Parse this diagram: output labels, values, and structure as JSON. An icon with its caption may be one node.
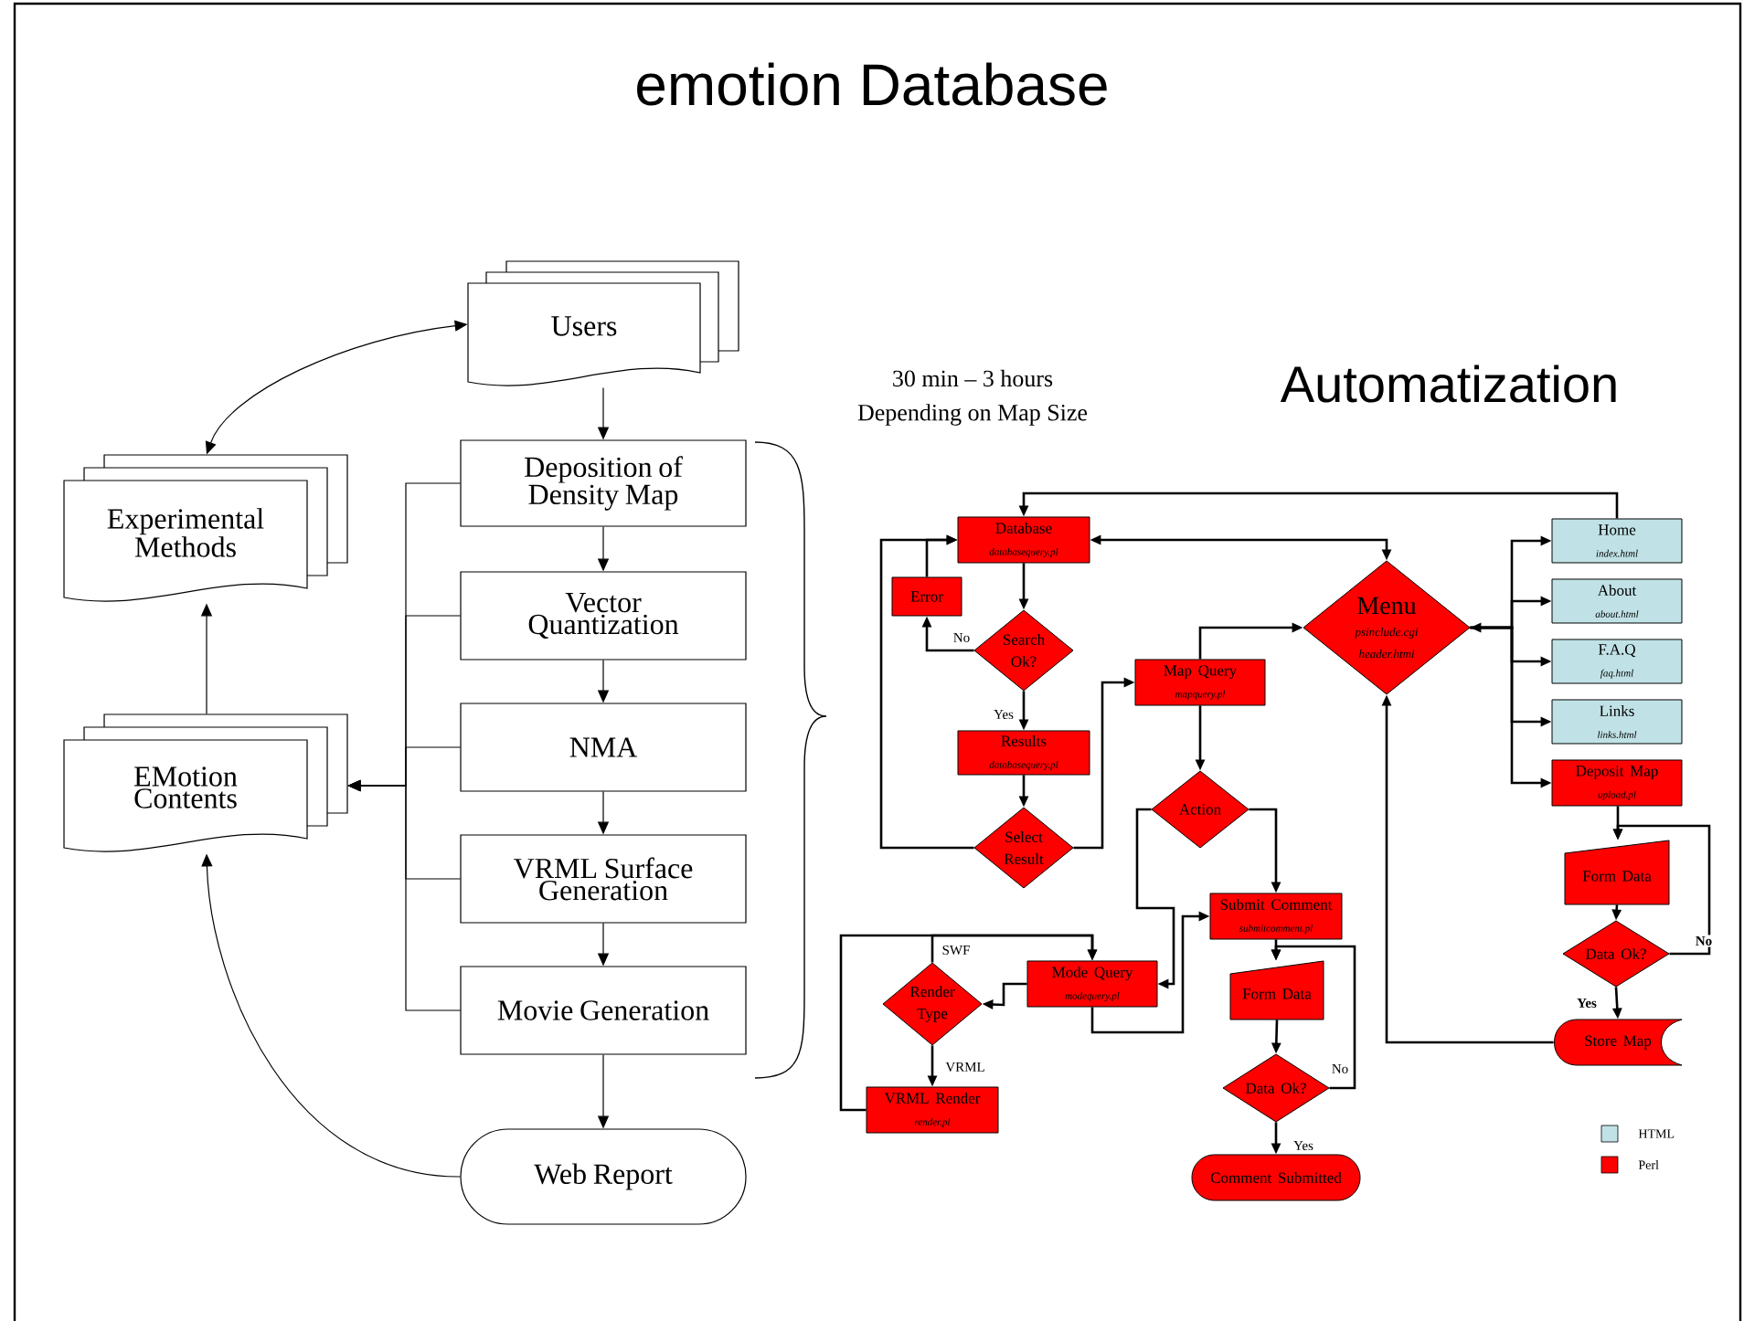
{
  "diagram": {
    "title": "emotion Database",
    "nodes": [
      {
        "text": [
          "Users"
        ]
      },
      {
        "text": [
          "Deposition of Density Map"
        ]
      },
      {
        "text": [
          "Vector Quantization"
        ]
      },
      {
        "text": [
          "NMA"
        ]
      },
      {
        "text": [
          "VRML Surface Generation"
        ]
      },
      {
        "text": [
          "Movie Generation"
        ]
      },
      {
        "text": [
          "Web Report"
        ]
      },
      {
        "text": [
          "Experimental Methods"
        ]
      },
      {
        "text": [
          "EMotion Contents"
        ]
      },
      {
        "text": [
          "Database",
          "databasequery.pl"
        ]
      },
      {
        "text": [
          "Error"
        ]
      },
      {
        "text": [
          "Search Ok?"
        ]
      },
      {
        "text": [
          "Results",
          "databasequery.pl"
        ]
      },
      {
        "text": [
          "Select Result"
        ]
      },
      {
        "text": [
          "Map Query",
          "mapquery.pl"
        ]
      },
      {
        "text": [
          "Menu",
          "psinclude.cgi",
          "header.html"
        ]
      },
      {
        "text": [
          "Home",
          "index.html"
        ]
      },
      {
        "text": [
          "About",
          "about.html"
        ]
      },
      {
        "text": [
          "F.A.Q",
          "faq.html"
        ]
      },
      {
        "text": [
          "Links",
          "links.html"
        ]
      },
      {
        "text": [
          "Deposit Map",
          "upload.pl"
        ]
      },
      {
        "text": [
          "Form Data"
        ]
      },
      {
        "text": [
          "Data Ok?"
        ]
      },
      {
        "text": [
          "Store Map"
        ]
      },
      {
        "text": [
          "Action"
        ]
      },
      {
        "text": [
          "Submit Comment",
          "submitcomment.pl"
        ]
      },
      {
        "text": [
          "Mode Query",
          "modequery.pl"
        ]
      },
      {
        "text": [
          "Render Type"
        ]
      },
      {
        "text": [
          "VRML Render",
          "render.pl"
        ]
      },
      {
        "text": [
          "Form Data"
        ]
      },
      {
        "text": [
          "Data Ok?"
        ]
      },
      {
        "text": [
          "Comment Submitted"
        ]
      }
    ],
    "edges": [
      {
        "from": 0,
        "to": 7,
        "arrow": "both"
      },
      {
        "from": 0,
        "to": 1,
        "arrow": "to"
      },
      {
        "from": 1,
        "to": 2,
        "arrow": "to"
      },
      {
        "from": 2,
        "to": 3,
        "arrow": "to"
      },
      {
        "from": 3,
        "to": 4,
        "arrow": "to"
      },
      {
        "from": 4,
        "to": 5,
        "arrow": "to"
      },
      {
        "from": 5,
        "to": 6,
        "arrow": "to"
      },
      {
        "from": 1,
        "to": 8,
        "arrow": "to"
      },
      {
        "from": 2,
        "to": 8,
        "arrow": "to"
      },
      {
        "from": 3,
        "to": 8,
        "arrow": "to"
      },
      {
        "from": 4,
        "to": 8,
        "arrow": "to"
      },
      {
        "from": 5,
        "to": 8,
        "arrow": "to"
      },
      {
        "from": 8,
        "to": 7,
        "arrow": "to"
      },
      {
        "from": 6,
        "to": 8,
        "arrow": "to"
      },
      {
        "from": 9,
        "to": 11,
        "arrow": "to"
      },
      {
        "from": 11,
        "to": 10,
        "arrow": "to",
        "label": "No"
      },
      {
        "from": 10,
        "to": 9,
        "arrow": "to"
      },
      {
        "from": 11,
        "to": 12,
        "arrow": "to",
        "label": "Yes"
      },
      {
        "from": 12,
        "to": 13,
        "arrow": "to"
      },
      {
        "from": 13,
        "to": 9,
        "arrow": "to"
      },
      {
        "from": 13,
        "to": 14,
        "arrow": "to"
      },
      {
        "from": 14,
        "to": 15,
        "arrow": "to"
      },
      {
        "from": 14,
        "to": 24,
        "arrow": "to"
      },
      {
        "from": 9,
        "to": 15,
        "arrow": "both"
      },
      {
        "from": 16,
        "to": 9,
        "arrow": "to"
      },
      {
        "from": 15,
        "to": 16,
        "arrow": "both"
      },
      {
        "from": 15,
        "to": 17,
        "arrow": "to"
      },
      {
        "from": 15,
        "to": 18,
        "arrow": "to"
      },
      {
        "from": 15,
        "to": 19,
        "arrow": "to"
      },
      {
        "from": 15,
        "to": 20,
        "arrow": "to"
      },
      {
        "from": 20,
        "to": 21,
        "arrow": "to"
      },
      {
        "from": 21,
        "to": 22,
        "arrow": "to"
      },
      {
        "from": 22,
        "to": 23,
        "arrow": "to",
        "label": "Yes"
      },
      {
        "from": 22,
        "to": 21,
        "arrow": "to",
        "label": "No"
      },
      {
        "from": 23,
        "to": 15,
        "arrow": "to"
      },
      {
        "from": 24,
        "to": 26,
        "arrow": "to"
      },
      {
        "from": 24,
        "to": 25,
        "arrow": "to"
      },
      {
        "from": 26,
        "to": 25,
        "arrow": "to"
      },
      {
        "from": 26,
        "to": 27,
        "arrow": "to"
      },
      {
        "from": 27,
        "to": 26,
        "arrow": "to",
        "label": "SWF"
      },
      {
        "from": 27,
        "to": 28,
        "arrow": "to",
        "label": "VRML"
      },
      {
        "from": 28,
        "to": 26,
        "arrow": "to"
      },
      {
        "from": 25,
        "to": 29,
        "arrow": "to"
      },
      {
        "from": 29,
        "to": 30,
        "arrow": "to"
      },
      {
        "from": 30,
        "to": 31,
        "arrow": "to",
        "label": "Yes"
      },
      {
        "from": 30,
        "to": 29,
        "arrow": "to",
        "label": "No"
      }
    ],
    "labels": [
      "30 min – 3 hours",
      "Depending on Map Size",
      "Automatization"
    ],
    "legend": [
      {
        "text": "HTML",
        "color": "#c0e2e6"
      },
      {
        "text": "Perl",
        "color": "#ff0000"
      }
    ]
  }
}
